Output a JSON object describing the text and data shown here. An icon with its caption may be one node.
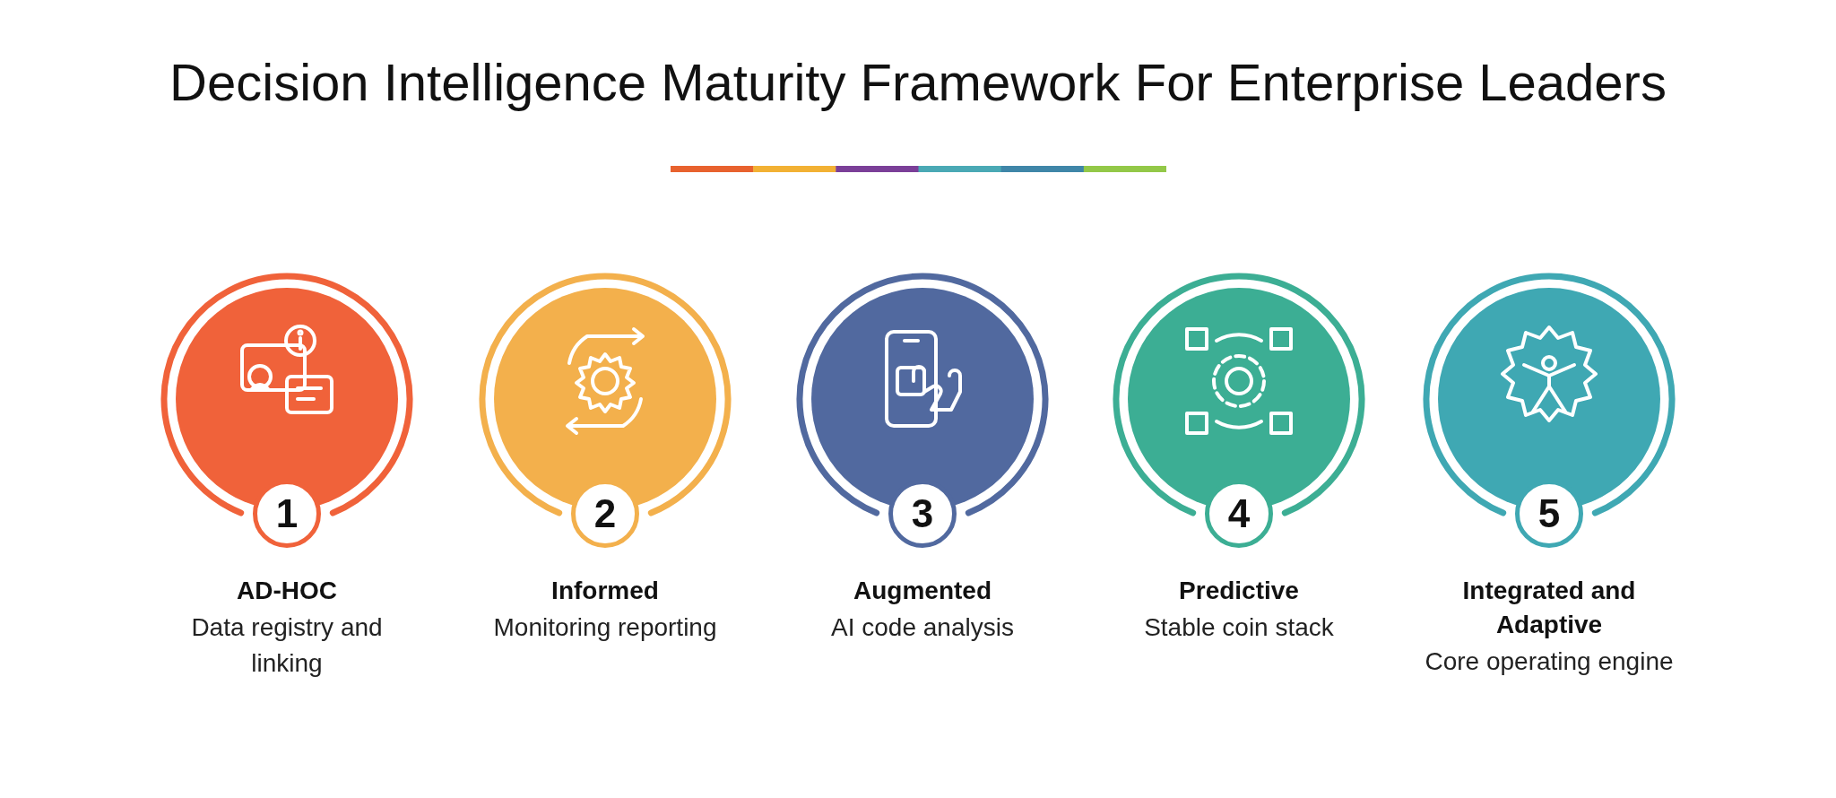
{
  "diagram": {
    "title": "Decision Intelligence Maturity Framework For Enterprise Leaders",
    "nodes": [
      {
        "text": [
          "1"
        ],
        "beside": [
          "AD-HOC",
          "Data registry and linking"
        ]
      },
      {
        "text": [
          "2"
        ],
        "beside": [
          "Informed",
          "Monitoring reporting"
        ]
      },
      {
        "text": [
          "3"
        ],
        "beside": [
          "Augmented",
          "AI code analysis"
        ]
      },
      {
        "text": [
          "4"
        ],
        "beside": [
          "Predictive",
          "Stable coin stack"
        ]
      },
      {
        "text": [
          "5"
        ],
        "beside": [
          "Integrated and Adaptive",
          "Core operating engine"
        ]
      }
    ],
    "edges": []
  }
}
